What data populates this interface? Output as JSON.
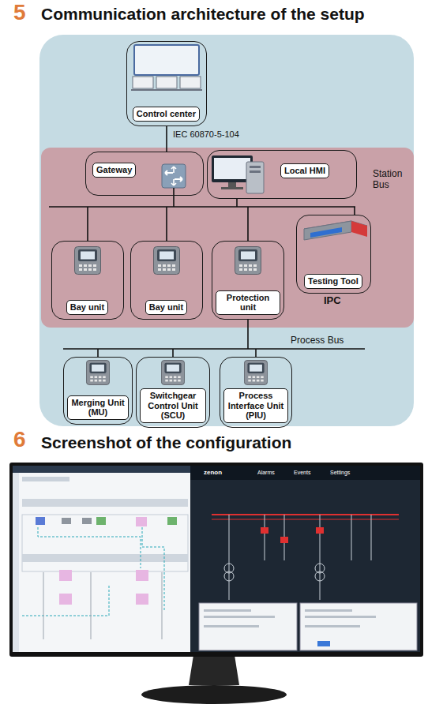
{
  "diagram": {
    "title": "Communication architecture of the setup",
    "nodes": [
      {
        "text": [
          "Control center"
        ]
      },
      {
        "text": [
          "IPC"
        ]
      },
      {
        "text": [
          "Gateway"
        ],
        "in": 1
      },
      {
        "text": [
          "Local HMI"
        ],
        "in": 1
      },
      {
        "text": [
          "Bay unit"
        ],
        "in": 1
      },
      {
        "text": [
          "Bay unit"
        ],
        "in": 1
      },
      {
        "text": [
          "Protection unit"
        ],
        "in": 1
      },
      {
        "text": [
          "Testing Tool"
        ],
        "in": 1
      },
      {
        "text": [
          "Merging Unit (MU)"
        ]
      },
      {
        "text": [
          "Switchgear Control Unit (SCU)"
        ]
      },
      {
        "text": [
          "Process Interface Unit (PIU)"
        ]
      }
    ],
    "edges": [
      {
        "from": 0,
        "to": 2,
        "label": "IEC 60870-5-104",
        "arrow": "none"
      }
    ],
    "labels": [
      "5",
      "6",
      "Screenshot of the configuration",
      "Station Bus",
      "Process Bus",
      "zenon",
      "Alarms",
      "Events",
      "Settings"
    ]
  }
}
